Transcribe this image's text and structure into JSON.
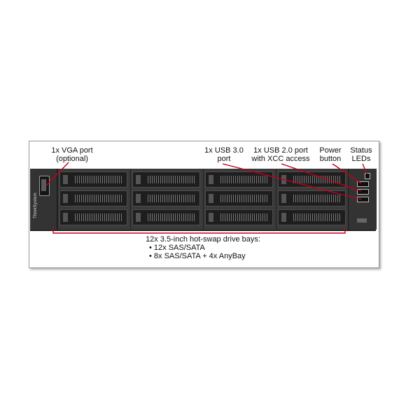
{
  "callouts": {
    "vga": [
      "1x VGA port",
      "(optional)"
    ],
    "usb3": [
      "1x USB 3.0",
      "port"
    ],
    "usb2": [
      "1x USB 2.0 port",
      "with XCC access"
    ],
    "power": [
      "Power",
      "button"
    ],
    "status": [
      "Status",
      "LEDs"
    ]
  },
  "drive_bays": {
    "title": "12x 3.5-inch hot-swap drive bays:",
    "options": [
      "•  12x SAS/SATA",
      "•  8x SAS/SATA + 4x AnyBay"
    ]
  },
  "branding": "ThinkSystem",
  "colors": {
    "callout_line": "#c0001a",
    "chassis": "#2a2a2a"
  }
}
